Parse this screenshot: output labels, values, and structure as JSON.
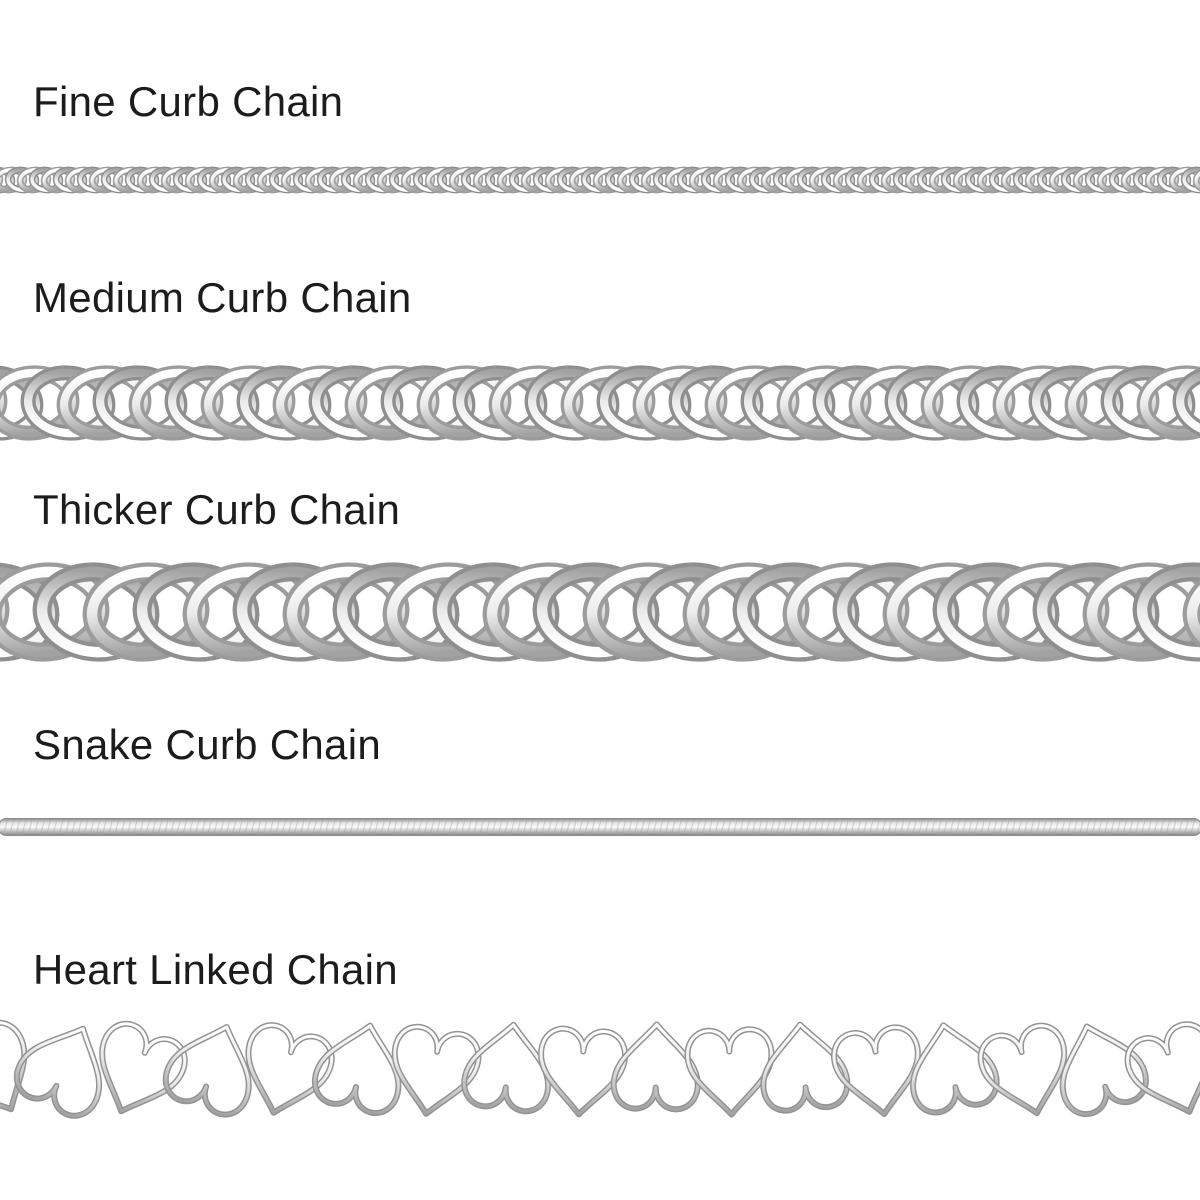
{
  "page": {
    "background": "#ffffff",
    "text_color": "#1c1c1c"
  },
  "sections": [
    {
      "label": "Fine Curb Chain",
      "type": "fine-curb"
    },
    {
      "label": "Medium Curb Chain",
      "type": "medium-curb"
    },
    {
      "label": "Thicker Curb Chain",
      "type": "thicker-curb"
    },
    {
      "label": "Snake Curb Chain",
      "type": "snake"
    },
    {
      "label": "Heart Linked Chain",
      "type": "heart-linked"
    }
  ],
  "colors": {
    "silver_highlight": "#ffffff",
    "silver_mid": "#c9c9c9",
    "silver_dark": "#8f8f8f"
  }
}
